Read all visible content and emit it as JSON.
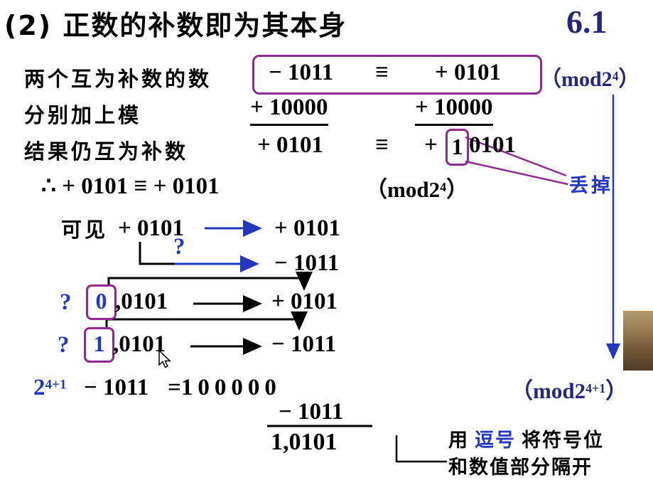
{
  "colors": {
    "navy": "#26267d",
    "blue": "#2337bf",
    "purple": "#8e2b8e",
    "ink": "#000000",
    "background": "#ffffff"
  },
  "header": {
    "title": "(2) 正数的补数即为其本身",
    "section_number": "6.1"
  },
  "derivation": {
    "row1_label": "两个互为补数的数",
    "row1_lhs": "− 1011",
    "row1_equiv": "≡",
    "row1_rhs": "+ 0101",
    "mod16_pre": "（mod2",
    "mod16_sup": "4",
    "mod16_post": "）",
    "row2_label": "分别加上模",
    "row2_add_left": "+ 10000",
    "row2_add_right": "+ 10000",
    "row3_label": "结果仍互为补数",
    "row3_lhs": "+ 0101",
    "row3_equiv": "≡",
    "row3_plus": "+",
    "row3_carry": "1",
    "row3_rest": "0101",
    "discard_label": "丢掉",
    "row4_line": "∴ + 0101 ≡ + 0101"
  },
  "mapping": {
    "label": "可见",
    "top_left": "+ 0101",
    "top_right": "+ 0101",
    "question_mark": "?",
    "ambiguous_target": "− 1011",
    "row_zero_q": "?",
    "row_zero_sign": "0",
    "row_zero_digits": ",0101",
    "row_zero_result": "+ 0101",
    "row_one_q": "?",
    "row_one_sign": "1",
    "row_one_digits": ",0101",
    "row_one_result": "− 1011"
  },
  "calculation": {
    "pow_base": "2",
    "pow_sup": "4+1",
    "subtrahend": "− 1011",
    "equals": "=",
    "modulus_value": "100000",
    "second_subtrahend": "− 1011",
    "result": "1,0101",
    "mod32_pre": "（mod2",
    "mod32_sup": "4+1",
    "mod32_post": "）"
  },
  "annotation": {
    "part1": "用",
    "comma_word": "逗号",
    "part2": "将符号位",
    "line2": "和数值部分隔开"
  }
}
